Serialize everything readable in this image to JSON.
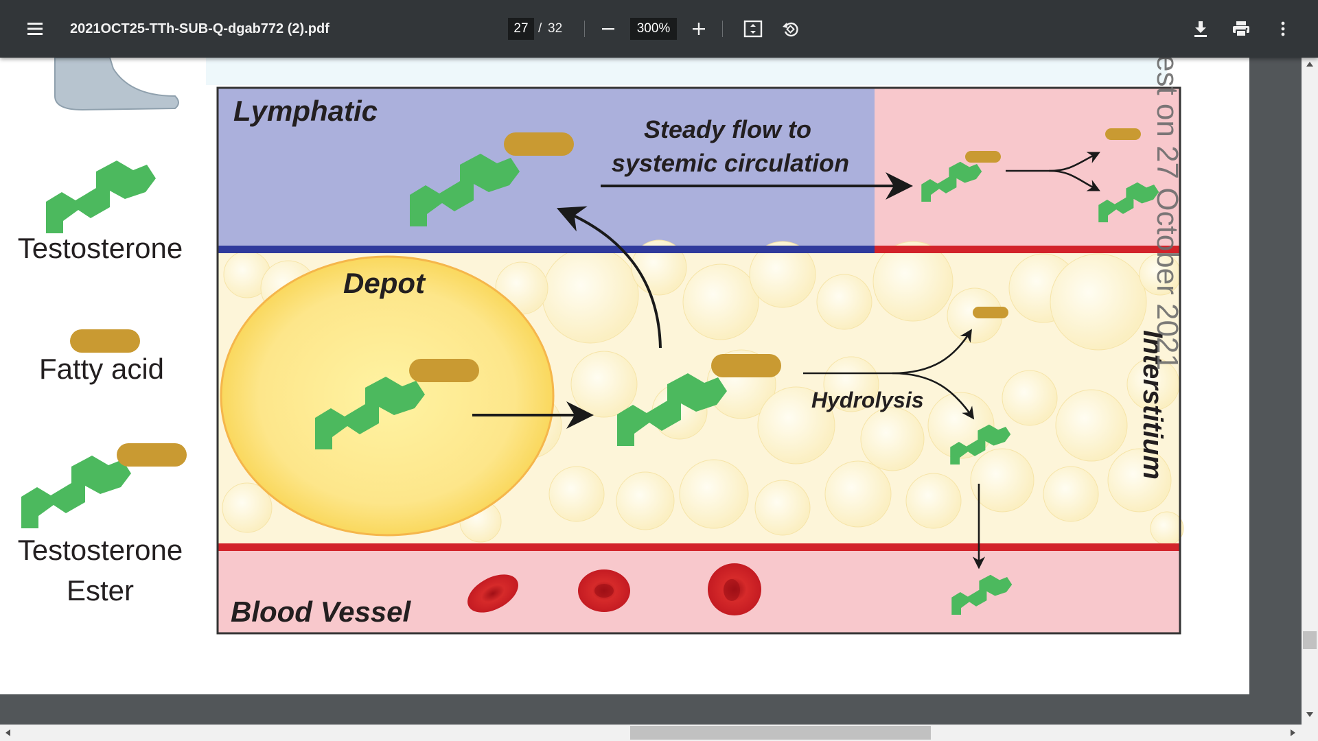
{
  "toolbar": {
    "menu_icon": "hamburger-menu-icon",
    "file_name": "2021OCT25-TTh-SUB-Q-dgab772 (2).pdf",
    "current_page": "27",
    "page_separator": "/",
    "total_pages": "32",
    "zoom_level": "300%",
    "zoom_out_icon": "minus-icon",
    "zoom_in_icon": "plus-icon",
    "fit_icon": "fit-page-icon",
    "rotate_icon": "rotate-icon",
    "download_icon": "download-icon",
    "print_icon": "print-icon",
    "more_icon": "more-vert-icon"
  },
  "legend": {
    "testosterone": "Testosterone",
    "fatty_acid": "Fatty acid",
    "ester_line1": "Testosterone",
    "ester_line2": "Ester"
  },
  "diagram": {
    "lymphatic": "Lymphatic",
    "flow_line1": "Steady flow to",
    "flow_line2": "systemic circulation",
    "depot": "Depot",
    "hydrolysis": "Hydrolysis",
    "interstitium": "Interstitium",
    "blood_vessel": "Blood Vessel"
  },
  "watermark": "est on 27 October 2021",
  "colors": {
    "molecule_green": "#4cb95e",
    "fatty_acid_gold": "#c99a32",
    "lymph_purple": "#abb0dc",
    "blood_pink": "#f8c8cc",
    "lymph_line": "#2f3a9c",
    "blood_line": "#d2232a",
    "interstitium_cream": "#fdf5d9",
    "depot_yellow": "#fde68a"
  }
}
